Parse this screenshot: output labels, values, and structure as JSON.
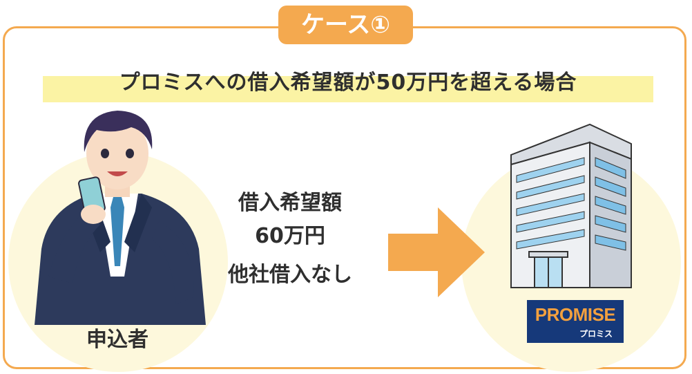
{
  "badge": {
    "label": "ケース①"
  },
  "headline": "プロミスへの借入希望額が50万円を超える場合",
  "applicant": {
    "label": "申込者",
    "details": [
      "借入希望額",
      "60万円",
      "他社借入なし"
    ]
  },
  "lender": {
    "logo_main": "PROMISE",
    "logo_sub": "プロミス"
  },
  "colors": {
    "accent": "#f4a94f",
    "highlight": "#fbf3a4",
    "circle": "#fdf8dc",
    "logo_bg": "#16397a",
    "logo_text": "#f3a03e"
  },
  "icons": [
    "person-illustration",
    "right-arrow-icon",
    "office-building-icon"
  ]
}
